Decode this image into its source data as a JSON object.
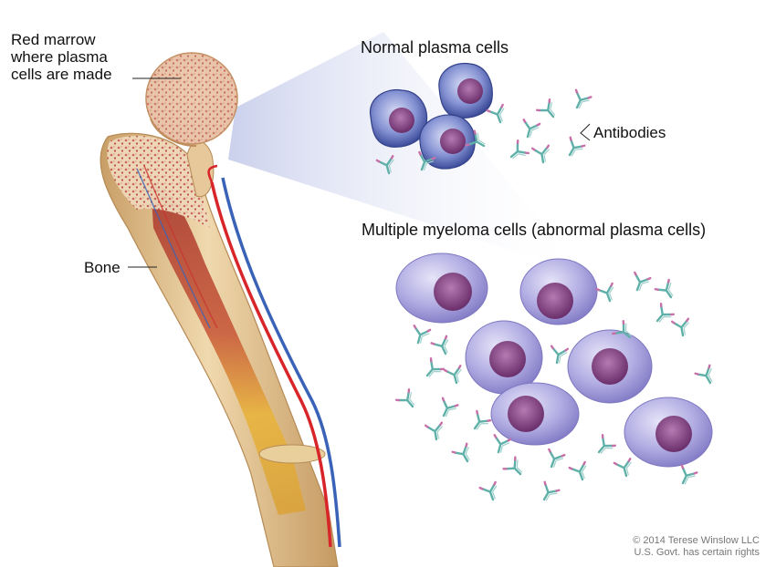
{
  "labels": {
    "marrow_lines": [
      "Red marrow",
      "where plasma",
      "cells are made"
    ],
    "bone": "Bone",
    "normal_cells": "Normal plasma cells",
    "antibodies": "Antibodies",
    "myeloma_cells": "Multiple myeloma cells (abnormal plasma cells)"
  },
  "credit": {
    "line1": "© 2014 Terese Winslow LLC",
    "line2": "U.S. Govt. has certain rights"
  },
  "colors": {
    "bone": "#e8cfa4",
    "marrow": "#c0473e",
    "artery": "#d8252a",
    "vein": "#3a63b8",
    "normal_cell": "#6f7fc9",
    "myeloma_cell": "#a7a2da",
    "nucleus": "#7e3f7d",
    "antibody_teal": "#5fb0a8",
    "antibody_pink": "#c76fa8"
  }
}
